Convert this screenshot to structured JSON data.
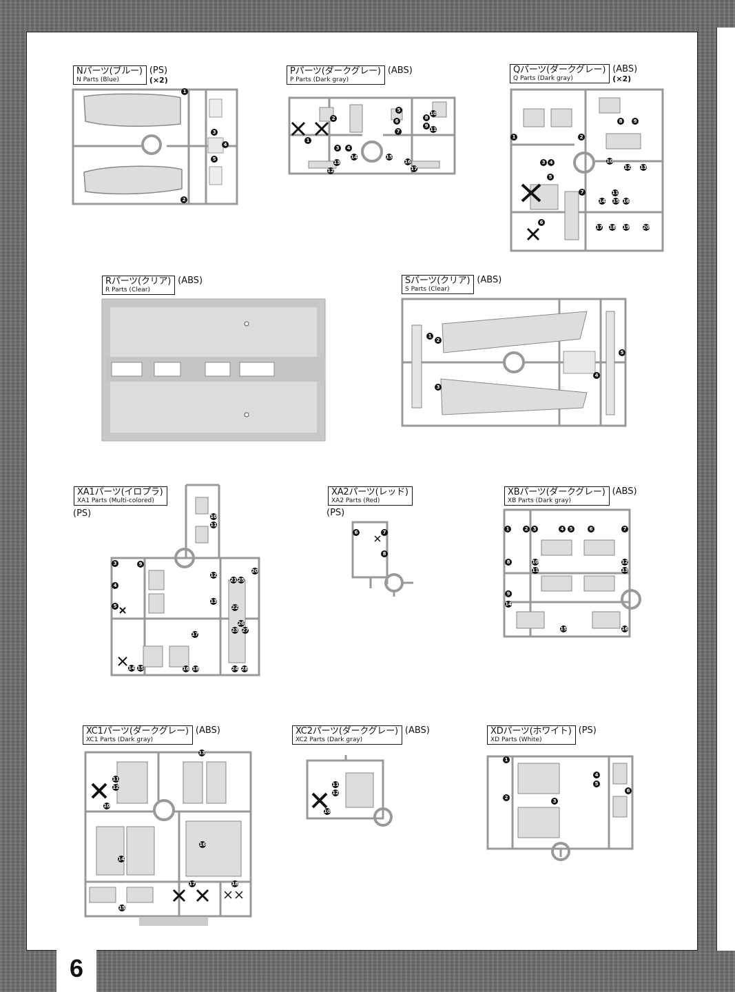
{
  "page_number": "6",
  "parts": [
    {
      "id": "N",
      "jp": "Nパーツ(ブルー)",
      "en": "N Parts (Blue)",
      "mat": "(PS)",
      "mult": "(×2)"
    },
    {
      "id": "P",
      "jp": "Pパーツ(ダークグレー)",
      "en": "P Parts (Dark gray)",
      "mat": "(ABS)"
    },
    {
      "id": "Q",
      "jp": "Qパーツ(ダークグレー)",
      "en": "Q Parts (Dark gray)",
      "mat": "(ABS)",
      "mult": "(×2)"
    },
    {
      "id": "R",
      "jp": "Rパーツ(クリア)",
      "en": "R Parts (Clear)",
      "mat": "(ABS)"
    },
    {
      "id": "S",
      "jp": "Sパーツ(クリア)",
      "en": "S Parts (Clear)",
      "mat": "(ABS)"
    },
    {
      "id": "XA1",
      "jp": "XA1パーツ(イロプラ)",
      "en": "XA1 Parts (Multi-colored)",
      "mat": "(PS)"
    },
    {
      "id": "XA2",
      "jp": "XA2パーツ(レッド)",
      "en": "XA2 Parts (Red)",
      "mat": "(PS)"
    },
    {
      "id": "XB",
      "jp": "XBパーツ(ダークグレー)",
      "en": "XB Parts (Dark gray)",
      "mat": "(ABS)"
    },
    {
      "id": "XC1",
      "jp": "XC1パーツ(ダークグレー)",
      "en": "XC1 Parts (Dark gray)",
      "mat": "(ABS)"
    },
    {
      "id": "XC2",
      "jp": "XC2パーツ(ダークグレー)",
      "en": "XC2 Parts (Dark gray)",
      "mat": "(ABS)"
    },
    {
      "id": "XD",
      "jp": "XDパーツ(ホワイト)",
      "en": "XD Parts (White)",
      "mat": "(PS)"
    }
  ],
  "markers": {
    "N": [
      "1",
      "2",
      "3",
      "4",
      "5"
    ],
    "P": [
      "1",
      "2",
      "3",
      "4",
      "5",
      "6",
      "7",
      "8",
      "9",
      "10",
      "11",
      "12",
      "13",
      "14",
      "15",
      "16",
      "17"
    ],
    "Q": [
      "1",
      "2",
      "3",
      "4",
      "5",
      "6",
      "7",
      "8",
      "9",
      "10",
      "11",
      "12",
      "13",
      "14",
      "15",
      "16",
      "17",
      "18",
      "19",
      "20"
    ],
    "S": [
      "1",
      "2",
      "3",
      "4",
      "5"
    ],
    "XA1": [
      "3",
      "4",
      "5",
      "9",
      "10",
      "11",
      "12",
      "13",
      "14",
      "15",
      "16",
      "17",
      "18",
      "20",
      "21",
      "22",
      "23",
      "24",
      "25",
      "26",
      "27",
      "28"
    ],
    "XA2": [
      "6",
      "7",
      "8"
    ],
    "XB": [
      "1",
      "2",
      "3",
      "4",
      "5",
      "6",
      "7",
      "8",
      "9",
      "10",
      "11",
      "12",
      "13",
      "14",
      "15",
      "16"
    ],
    "XC1": [
      "10",
      "11",
      "12",
      "13",
      "14",
      "15",
      "16",
      "17",
      "18"
    ],
    "XC2": [
      "10",
      "11",
      "12"
    ],
    "XD": [
      "1",
      "2",
      "3",
      "4",
      "5",
      "6"
    ]
  }
}
